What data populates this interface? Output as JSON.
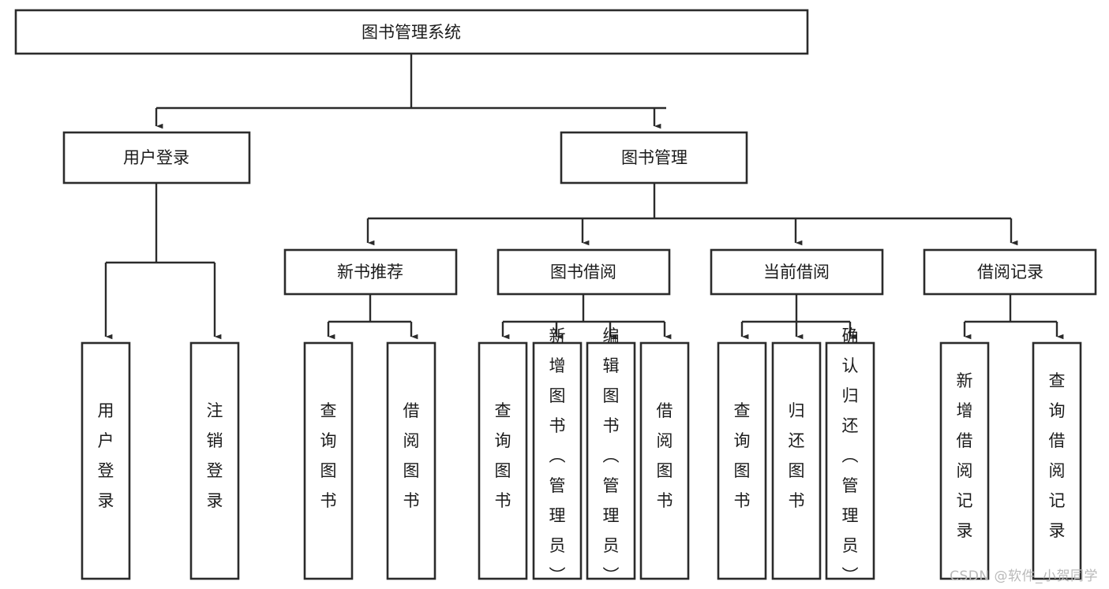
{
  "diagram": {
    "type": "tree-hierarchy-chart",
    "title": "图书管理系统",
    "colors": {
      "box_stroke": "#2b2b2b",
      "box_fill": "#ffffff",
      "connector": "#2b2b2b",
      "text": "#1b1b1b",
      "watermark": "#b9b9b9"
    },
    "root": {
      "label": "图书管理系统"
    },
    "level2": [
      {
        "label": "用户登录"
      },
      {
        "label": "图书管理"
      }
    ],
    "level3": [
      {
        "label": "新书推荐"
      },
      {
        "label": "图书借阅"
      },
      {
        "label": "当前借阅"
      },
      {
        "label": "借阅记录"
      }
    ],
    "leaves": {
      "user_login": [
        {
          "label": "用户登录"
        },
        {
          "label": "注销登录"
        }
      ],
      "new_book_recommend": [
        {
          "label": "查询图书"
        },
        {
          "label": "借阅图书"
        }
      ],
      "book_borrow": [
        {
          "label": "查询图书"
        },
        {
          "label": "新增图书（管理员）"
        },
        {
          "label": "编辑图书（管理员）"
        },
        {
          "label": "借阅图书"
        }
      ],
      "current_borrow": [
        {
          "label": "查询图书"
        },
        {
          "label": "归还图书"
        },
        {
          "label": "确认归还（管理员）"
        }
      ],
      "borrow_record": [
        {
          "label": "新增借阅记录"
        },
        {
          "label": "查询借阅记录"
        }
      ]
    }
  },
  "watermark": {
    "text": "CSDN @软件_小贺同学"
  }
}
